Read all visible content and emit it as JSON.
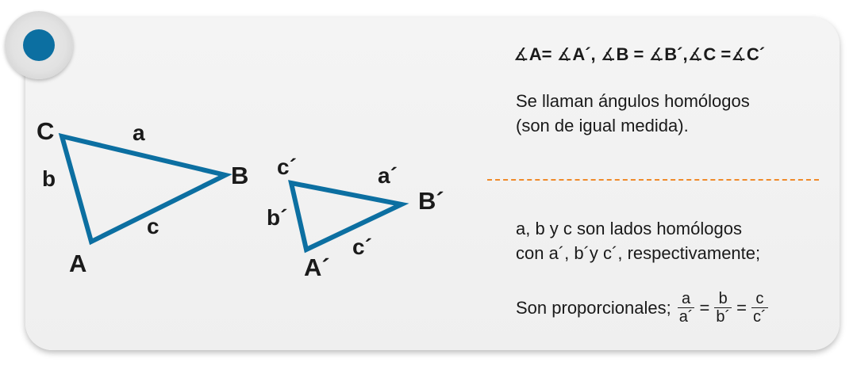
{
  "colors": {
    "triangle_stroke": "#0c6fa1",
    "badge_dot": "#0c6fa1",
    "divider": "#f08a2a"
  },
  "icon": "blue-dot-badge-icon",
  "big_triangle": {
    "vertex_a": "A",
    "vertex_b": "B",
    "vertex_c": "C",
    "side_a": "a",
    "side_b": "b",
    "side_c": "c"
  },
  "small_triangle": {
    "vertex_a": "A´",
    "vertex_b": "B´",
    "vertex_c": "c´",
    "side_a": "a´",
    "side_b": "b´",
    "side_c": "c´"
  },
  "angles": {
    "symbol": "∡",
    "a_left": "A=",
    "a_right": "A´,",
    "b_left": "B =",
    "b_right": "B´,",
    "c_left": "C =",
    "c_right": "C´"
  },
  "text": {
    "angles_line1": "Se llaman ángulos homólogos",
    "angles_line2": "(son de igual medida).",
    "sides_line1": "a, b y c son lados homólogos",
    "sides_line2": "con a´, b´y c´, respectivamente;",
    "ratio_label": "Son proporcionales;",
    "equals": "="
  },
  "fractions": [
    {
      "num": "a",
      "den": "a´"
    },
    {
      "num": "b",
      "den": "b´"
    },
    {
      "num": "c",
      "den": "c´"
    }
  ]
}
